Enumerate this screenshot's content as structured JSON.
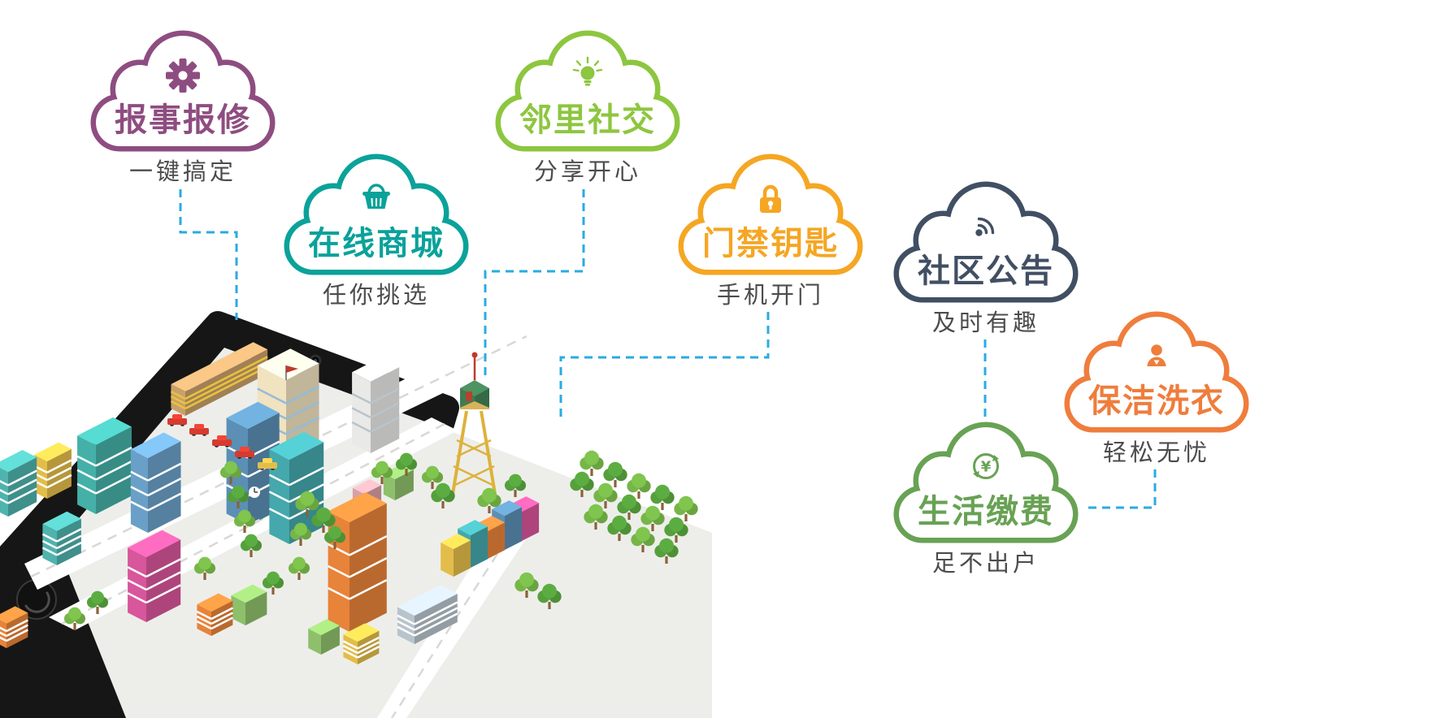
{
  "page_background": "#ffffff",
  "connector_color": "#2aabe2",
  "subtitle_color": "#4c4c4c",
  "features": [
    {
      "title": "报事报修",
      "subtitle": "一键搞定",
      "color": "#8e4d80",
      "icon": "gear-icon"
    },
    {
      "title": "在线商城",
      "subtitle": "任你挑选",
      "color": "#0aa29a",
      "icon": "basket-icon"
    },
    {
      "title": "邻里社交",
      "subtitle": "分享开心",
      "color": "#8dc63f",
      "icon": "bulb-icon"
    },
    {
      "title": "门禁钥匙",
      "subtitle": "手机开门",
      "color": "#f5a623",
      "icon": "lock-icon"
    },
    {
      "title": "社区公告",
      "subtitle": "及时有趣",
      "color": "#414f63",
      "icon": "signal-icon"
    },
    {
      "title": "保洁洗衣",
      "subtitle": "轻松无忧",
      "color": "#ef7d3c",
      "icon": "person-icon"
    },
    {
      "title": "生活缴费",
      "subtitle": "足不出户",
      "color": "#68a254",
      "icon": "yen-icon",
      "icon_glyph": "¥"
    }
  ],
  "city": {
    "ground_color": "#edeeea",
    "phone_color": "#161616",
    "tree_greens": [
      "#76b648",
      "#55a03c"
    ],
    "buildings": [
      [
        228,
        134,
        115,
        20,
        30,
        "#c9a06c",
        "#e8c33c"
      ],
      [
        352,
        185,
        46,
        40,
        95,
        "#f1e2c0",
        "#93bcd8"
      ],
      [
        456,
        180,
        40,
        26,
        88,
        "#e9e9e7",
        "#b9c4c9"
      ],
      [
        118,
        255,
        50,
        26,
        85,
        "#45b0a8",
        "#ffffff"
      ],
      [
        182,
        278,
        46,
        24,
        92,
        "#6aa0c8",
        "#ffffff"
      ],
      [
        10,
        258,
        40,
        20,
        55,
        "#4fb3ae",
        "#ffffff"
      ],
      [
        58,
        236,
        34,
        18,
        46,
        "#e3bd4a",
        "#ffffff"
      ],
      [
        305,
        268,
        44,
        30,
        118,
        "#5b8fb5",
        "#ffffff"
      ],
      [
        356,
        292,
        48,
        28,
        104,
        "#44a8ac",
        "#ffffff"
      ],
      [
        430,
        400,
        52,
        30,
        135,
        "#e8833a",
        "#ffffff"
      ],
      [
        180,
        388,
        48,
        26,
        80,
        "#d8569b",
        "#ffffff"
      ],
      [
        320,
        262,
        20,
        16,
        58,
        "#3f9e9a",
        null
      ],
      [
        448,
        252,
        24,
        16,
        22,
        "#d8a0a8",
        null
      ],
      [
        486,
        238,
        26,
        16,
        26,
        "#8ec06c",
        null
      ],
      [
        558,
        332,
        24,
        18,
        34,
        "#e3bd4a",
        null
      ],
      [
        579,
        321,
        24,
        18,
        40,
        "#44a8ac",
        null
      ],
      [
        600,
        310,
        24,
        18,
        34,
        "#e8833a",
        null
      ],
      [
        621,
        299,
        24,
        18,
        42,
        "#5b8fb5",
        null
      ],
      [
        642,
        288,
        24,
        18,
        36,
        "#d8569b",
        null
      ],
      [
        260,
        405,
        30,
        20,
        30,
        "#e8833a",
        "#ffffff"
      ],
      [
        302,
        392,
        30,
        20,
        28,
        "#8ec06c",
        null
      ],
      [
        510,
        415,
        60,
        24,
        35,
        "#b8c4cc",
        "#ffffff"
      ],
      [
        70,
        318,
        34,
        20,
        42,
        "#4fb3ae",
        "#ffffff"
      ],
      [
        8,
        420,
        30,
        18,
        30,
        "#e8833a",
        "#ffffff"
      ],
      [
        440,
        440,
        30,
        20,
        28,
        "#e3bd4a",
        "#ffffff"
      ],
      [
        395,
        428,
        26,
        18,
        24,
        "#8ec06c",
        null
      ]
    ],
    "trees": [
      [
        284,
        212,
        8,
        0
      ],
      [
        293,
        242,
        8,
        1
      ],
      [
        301,
        272,
        8,
        0
      ],
      [
        309,
        302,
        8,
        1
      ],
      [
        378,
        252,
        9,
        0
      ],
      [
        398,
        272,
        9,
        1
      ],
      [
        370,
        288,
        8,
        0
      ],
      [
        412,
        292,
        8,
        1
      ],
      [
        470,
        212,
        8,
        0
      ],
      [
        500,
        202,
        8,
        1
      ],
      [
        532,
        218,
        8,
        0
      ],
      [
        545,
        242,
        9,
        1
      ],
      [
        602,
        248,
        9,
        0
      ],
      [
        634,
        228,
        8,
        1
      ],
      [
        728,
        202,
        9,
        0
      ],
      [
        757,
        216,
        9,
        1
      ],
      [
        786,
        230,
        9,
        0
      ],
      [
        815,
        244,
        9,
        1
      ],
      [
        844,
        258,
        9,
        0
      ],
      [
        716,
        228,
        9,
        1
      ],
      [
        745,
        242,
        9,
        0
      ],
      [
        774,
        256,
        9,
        1
      ],
      [
        803,
        270,
        9,
        0
      ],
      [
        832,
        284,
        9,
        1
      ],
      [
        733,
        268,
        9,
        0
      ],
      [
        762,
        282,
        9,
        1
      ],
      [
        791,
        296,
        9,
        0
      ],
      [
        820,
        310,
        9,
        1
      ],
      [
        648,
        352,
        9,
        0
      ],
      [
        676,
        366,
        9,
        1
      ],
      [
        368,
        330,
        8,
        0
      ],
      [
        336,
        348,
        8,
        1
      ],
      [
        252,
        330,
        8,
        0
      ],
      [
        120,
        372,
        8,
        1
      ],
      [
        92,
        392,
        8,
        0
      ]
    ],
    "cars": [
      [
        218,
        140,
        "#d63b2f"
      ],
      [
        245,
        152,
        "#d63b2f"
      ],
      [
        273,
        166,
        "#d63b2f"
      ],
      [
        301,
        180,
        "#d63b2f"
      ],
      [
        329,
        194,
        "#e3bd4a"
      ]
    ]
  }
}
